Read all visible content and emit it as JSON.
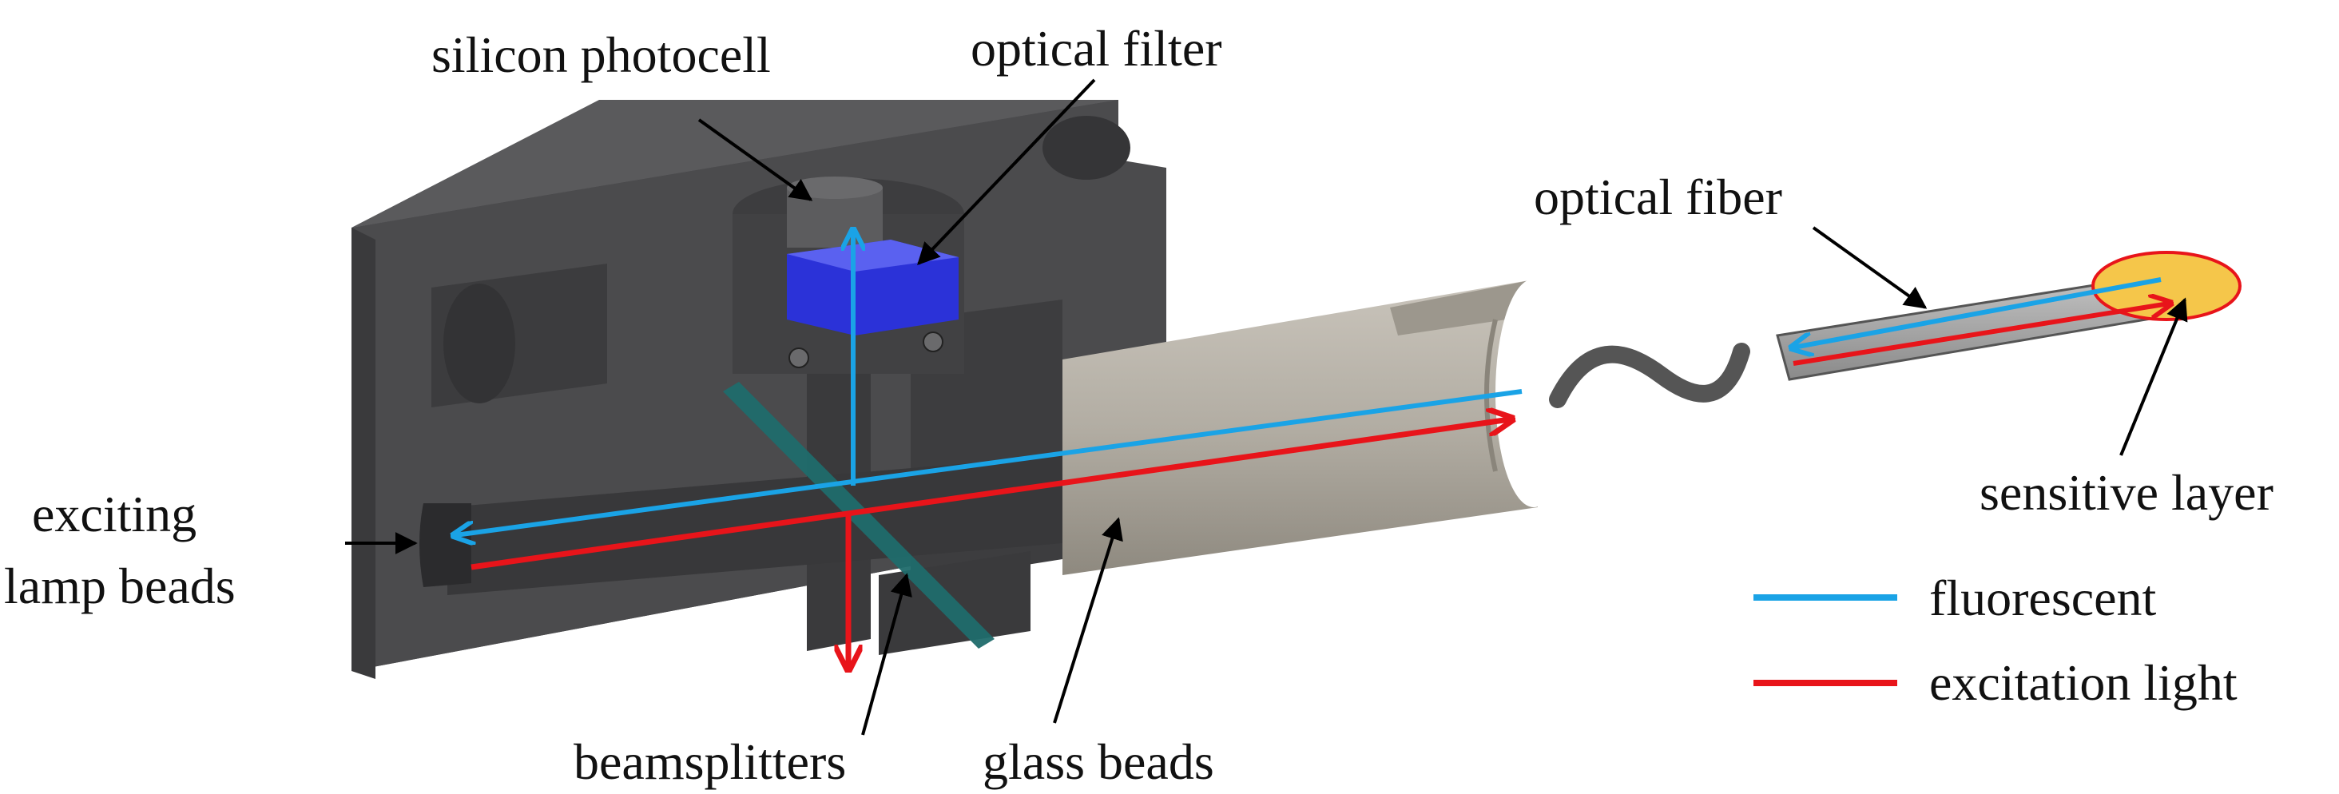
{
  "labels": {
    "silicon_photocell": "silicon photocell",
    "optical_filter": "optical filter",
    "optical_fiber": "optical fiber",
    "exciting_line1": "exciting",
    "exciting_line2": "lamp beads",
    "sensitive_layer": "sensitive layer",
    "beamsplitters": "beamsplitters",
    "glass_beads": "glass beads"
  },
  "legend": {
    "items": [
      {
        "label": "fluorescent",
        "color": "#1aa3e6"
      },
      {
        "label": "excitation light",
        "color": "#e8141a"
      }
    ]
  },
  "colors": {
    "housing": "#4a4a4c",
    "housing_dark": "#2f2f31",
    "housing_light": "#5e5e60",
    "filter": "#2b32d8",
    "tube": "#b9b4ab",
    "tube_dark": "#8f8a80",
    "fiber": "#a9a9a9",
    "sensitive": "#f5c64a",
    "beamsplitter": "#1f6b6b",
    "fluorescent": "#1aa3e6",
    "excitation": "#e8141a"
  }
}
